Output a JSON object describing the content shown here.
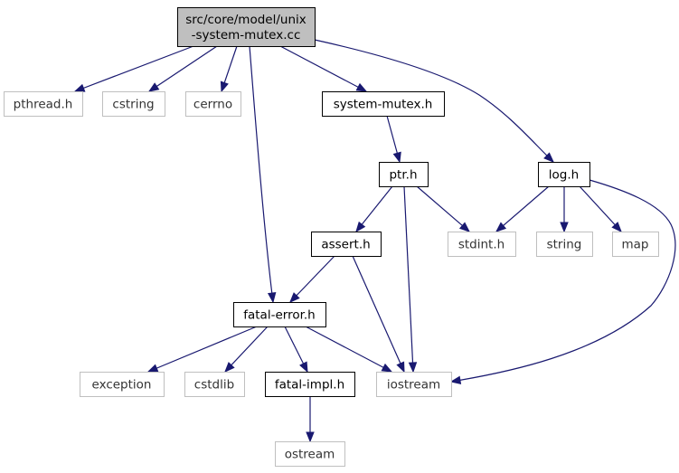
{
  "colors": {
    "edge": "#191970",
    "root_fill": "#bfbfbf",
    "root_border": "#000000",
    "header_border": "#000000",
    "external_border": "#bfbfbf",
    "text_dark": "#000000",
    "text_muted": "#333333"
  },
  "nodes": [
    {
      "id": "root",
      "kind": "root",
      "lines": [
        "src/core/model/unix",
        "-system-mutex.cc"
      ]
    },
    {
      "id": "pthread",
      "kind": "external",
      "lines": [
        "pthread.h"
      ]
    },
    {
      "id": "cstring",
      "kind": "external",
      "lines": [
        "cstring"
      ]
    },
    {
      "id": "cerrno",
      "kind": "external",
      "lines": [
        "cerrno"
      ]
    },
    {
      "id": "sysmutex",
      "kind": "header",
      "lines": [
        "system-mutex.h"
      ]
    },
    {
      "id": "log",
      "kind": "header",
      "lines": [
        "log.h"
      ]
    },
    {
      "id": "ptr",
      "kind": "header",
      "lines": [
        "ptr.h"
      ]
    },
    {
      "id": "stdint",
      "kind": "external",
      "lines": [
        "stdint.h"
      ]
    },
    {
      "id": "string",
      "kind": "external",
      "lines": [
        "string"
      ]
    },
    {
      "id": "map",
      "kind": "external",
      "lines": [
        "map"
      ]
    },
    {
      "id": "assert",
      "kind": "header",
      "lines": [
        "assert.h"
      ]
    },
    {
      "id": "fatalerror",
      "kind": "header",
      "lines": [
        "fatal-error.h"
      ]
    },
    {
      "id": "exception",
      "kind": "external",
      "lines": [
        "exception"
      ]
    },
    {
      "id": "cstdlib",
      "kind": "external",
      "lines": [
        "cstdlib"
      ]
    },
    {
      "id": "fatalimpl",
      "kind": "header",
      "lines": [
        "fatal-impl.h"
      ]
    },
    {
      "id": "iostream",
      "kind": "external",
      "lines": [
        "iostream"
      ]
    },
    {
      "id": "ostream",
      "kind": "external",
      "lines": [
        "ostream"
      ]
    }
  ],
  "edges": [
    {
      "from": "root",
      "to": "pthread"
    },
    {
      "from": "root",
      "to": "cstring"
    },
    {
      "from": "root",
      "to": "cerrno"
    },
    {
      "from": "root",
      "to": "sysmutex"
    },
    {
      "from": "root",
      "to": "log"
    },
    {
      "from": "root",
      "to": "fatalerror"
    },
    {
      "from": "sysmutex",
      "to": "ptr"
    },
    {
      "from": "ptr",
      "to": "assert"
    },
    {
      "from": "ptr",
      "to": "stdint"
    },
    {
      "from": "ptr",
      "to": "iostream"
    },
    {
      "from": "log",
      "to": "stdint"
    },
    {
      "from": "log",
      "to": "string"
    },
    {
      "from": "log",
      "to": "map"
    },
    {
      "from": "log",
      "to": "iostream"
    },
    {
      "from": "assert",
      "to": "fatalerror"
    },
    {
      "from": "assert",
      "to": "iostream"
    },
    {
      "from": "fatalerror",
      "to": "exception"
    },
    {
      "from": "fatalerror",
      "to": "cstdlib"
    },
    {
      "from": "fatalerror",
      "to": "fatalimpl"
    },
    {
      "from": "fatalerror",
      "to": "iostream"
    },
    {
      "from": "fatalimpl",
      "to": "ostream"
    }
  ]
}
